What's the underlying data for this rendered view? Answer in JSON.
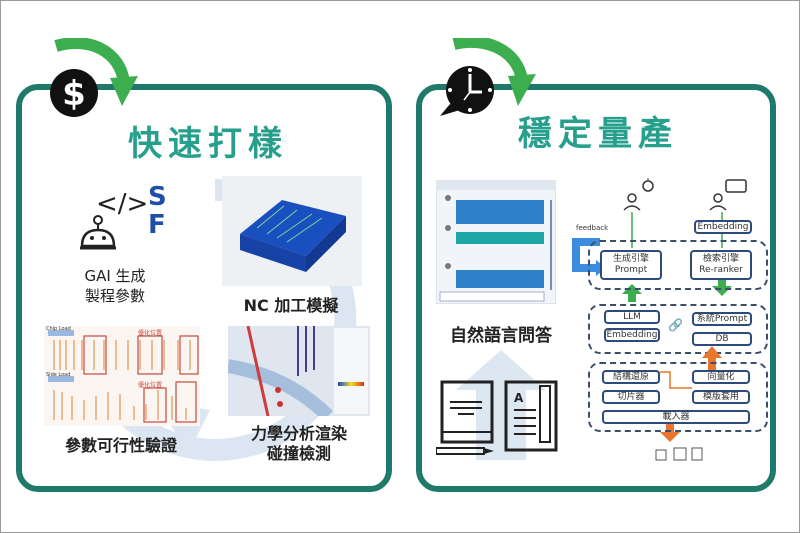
{
  "colors": {
    "panel_border": "#1f7a6c",
    "title": "#26a08c",
    "arrow_green": "#3cae4f",
    "arrow_orange": "#e8762c",
    "feedback_blue": "#3b8de0",
    "sf_blue": "#1f4fa8"
  },
  "left_panel": {
    "title": "快速打樣",
    "badge_icon": "dollar-icon",
    "items": [
      {
        "label_line1": "GAI 生成",
        "label_line2": "製程參數",
        "sf_top": "S",
        "sf_bottom": "F"
      },
      {
        "label": "NC 加工模擬"
      },
      {
        "label": "參數可行性驗證",
        "chart_labels": [
          "Chip Load",
          "Side Load"
        ],
        "highlight_label": "優化位置"
      },
      {
        "label_line1": "力學分析渲染",
        "label_line2": "碰撞檢測"
      }
    ]
  },
  "right_panel": {
    "title": "穩定量產",
    "badge_icon": "clock-icon",
    "qa_label": "自然語言問答",
    "diagram": {
      "feedback": "feedback",
      "embedding_top": "Embedding",
      "gen_engine": [
        "生成引擎",
        "Prompt"
      ],
      "search_engine": [
        "檢索引擎",
        "Re-ranker"
      ],
      "llm": "LLM",
      "embedding": "Embedding",
      "system_prompt": "系統Prompt",
      "db": "DB",
      "structure_restore": "結構還原",
      "vectorize": "向量化",
      "chunker": "切片器",
      "template_apply": "模版套用",
      "loader": "載入器"
    }
  }
}
